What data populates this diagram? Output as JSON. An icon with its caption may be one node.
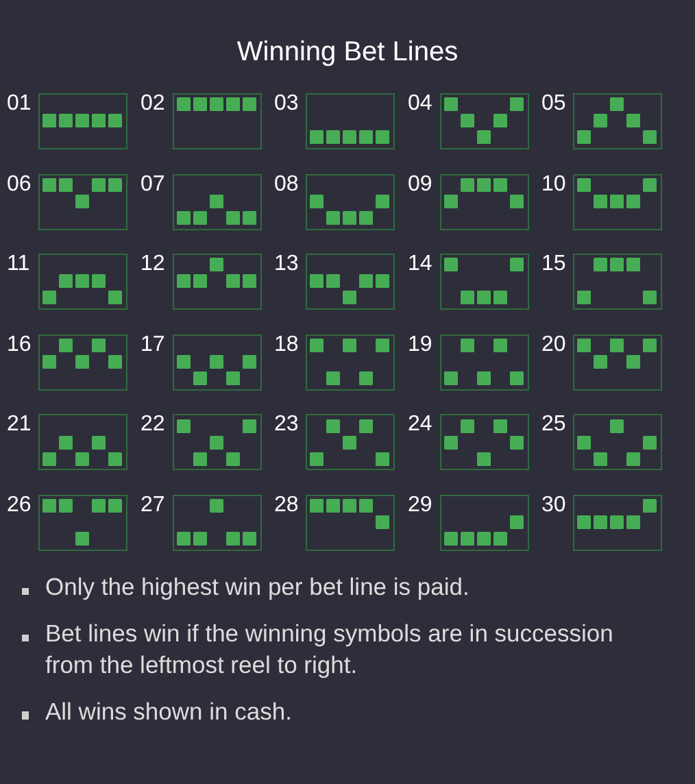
{
  "diagram": {
    "title": "Winning Bet Lines",
    "nodes": [
      {
        "text": [],
        "shape": "box",
        "beside": [
          "01"
        ]
      },
      {
        "text": [],
        "shape": "box",
        "beside": [
          "02"
        ]
      },
      {
        "text": [],
        "shape": "box",
        "beside": [
          "03"
        ]
      },
      {
        "text": [],
        "shape": "box",
        "beside": [
          "04"
        ]
      },
      {
        "text": [],
        "shape": "box",
        "beside": [
          "05"
        ]
      },
      {
        "text": [],
        "shape": "box",
        "beside": [
          "06"
        ]
      },
      {
        "text": [],
        "shape": "box",
        "beside": [
          "07"
        ]
      },
      {
        "text": [],
        "shape": "box",
        "beside": [
          "08"
        ]
      },
      {
        "text": [],
        "shape": "box",
        "beside": [
          "09"
        ]
      },
      {
        "text": [],
        "shape": "box",
        "beside": [
          "10"
        ]
      },
      {
        "text": [],
        "shape": "box",
        "beside": [
          "11"
        ]
      },
      {
        "text": [],
        "shape": "box",
        "beside": [
          "12"
        ]
      },
      {
        "text": [],
        "shape": "box",
        "beside": [
          "13"
        ]
      },
      {
        "text": [],
        "shape": "box",
        "beside": [
          "14"
        ]
      },
      {
        "text": [],
        "shape": "box",
        "beside": [
          "15"
        ]
      },
      {
        "text": [],
        "shape": "box",
        "beside": [
          "16"
        ]
      },
      {
        "text": [],
        "shape": "box",
        "beside": [
          "17"
        ]
      },
      {
        "text": [],
        "shape": "box",
        "beside": [
          "18"
        ]
      },
      {
        "text": [],
        "shape": "box",
        "beside": [
          "19"
        ]
      },
      {
        "text": [],
        "shape": "box",
        "beside": [
          "20"
        ]
      },
      {
        "text": [],
        "shape": "box",
        "beside": [
          "21"
        ]
      },
      {
        "text": [],
        "shape": "box",
        "beside": [
          "22"
        ]
      },
      {
        "text": [],
        "shape": "box",
        "beside": [
          "23"
        ]
      },
      {
        "text": [],
        "shape": "box",
        "beside": [
          "24"
        ]
      },
      {
        "text": [],
        "shape": "box",
        "beside": [
          "25"
        ]
      },
      {
        "text": [],
        "shape": "box",
        "beside": [
          "26"
        ]
      },
      {
        "text": [],
        "shape": "box",
        "beside": [
          "27"
        ]
      },
      {
        "text": [],
        "shape": "box",
        "beside": [
          "28"
        ]
      },
      {
        "text": [],
        "shape": "box",
        "beside": [
          "29"
        ]
      },
      {
        "text": [],
        "shape": "box",
        "beside": [
          "30"
        ]
      }
    ],
    "labels": [
      "Only the highest win per bet line is paid.",
      "Bet lines win if the winning symbols are in succession from the leftmost reel to right.",
      "All wins shown in cash."
    ]
  }
}
